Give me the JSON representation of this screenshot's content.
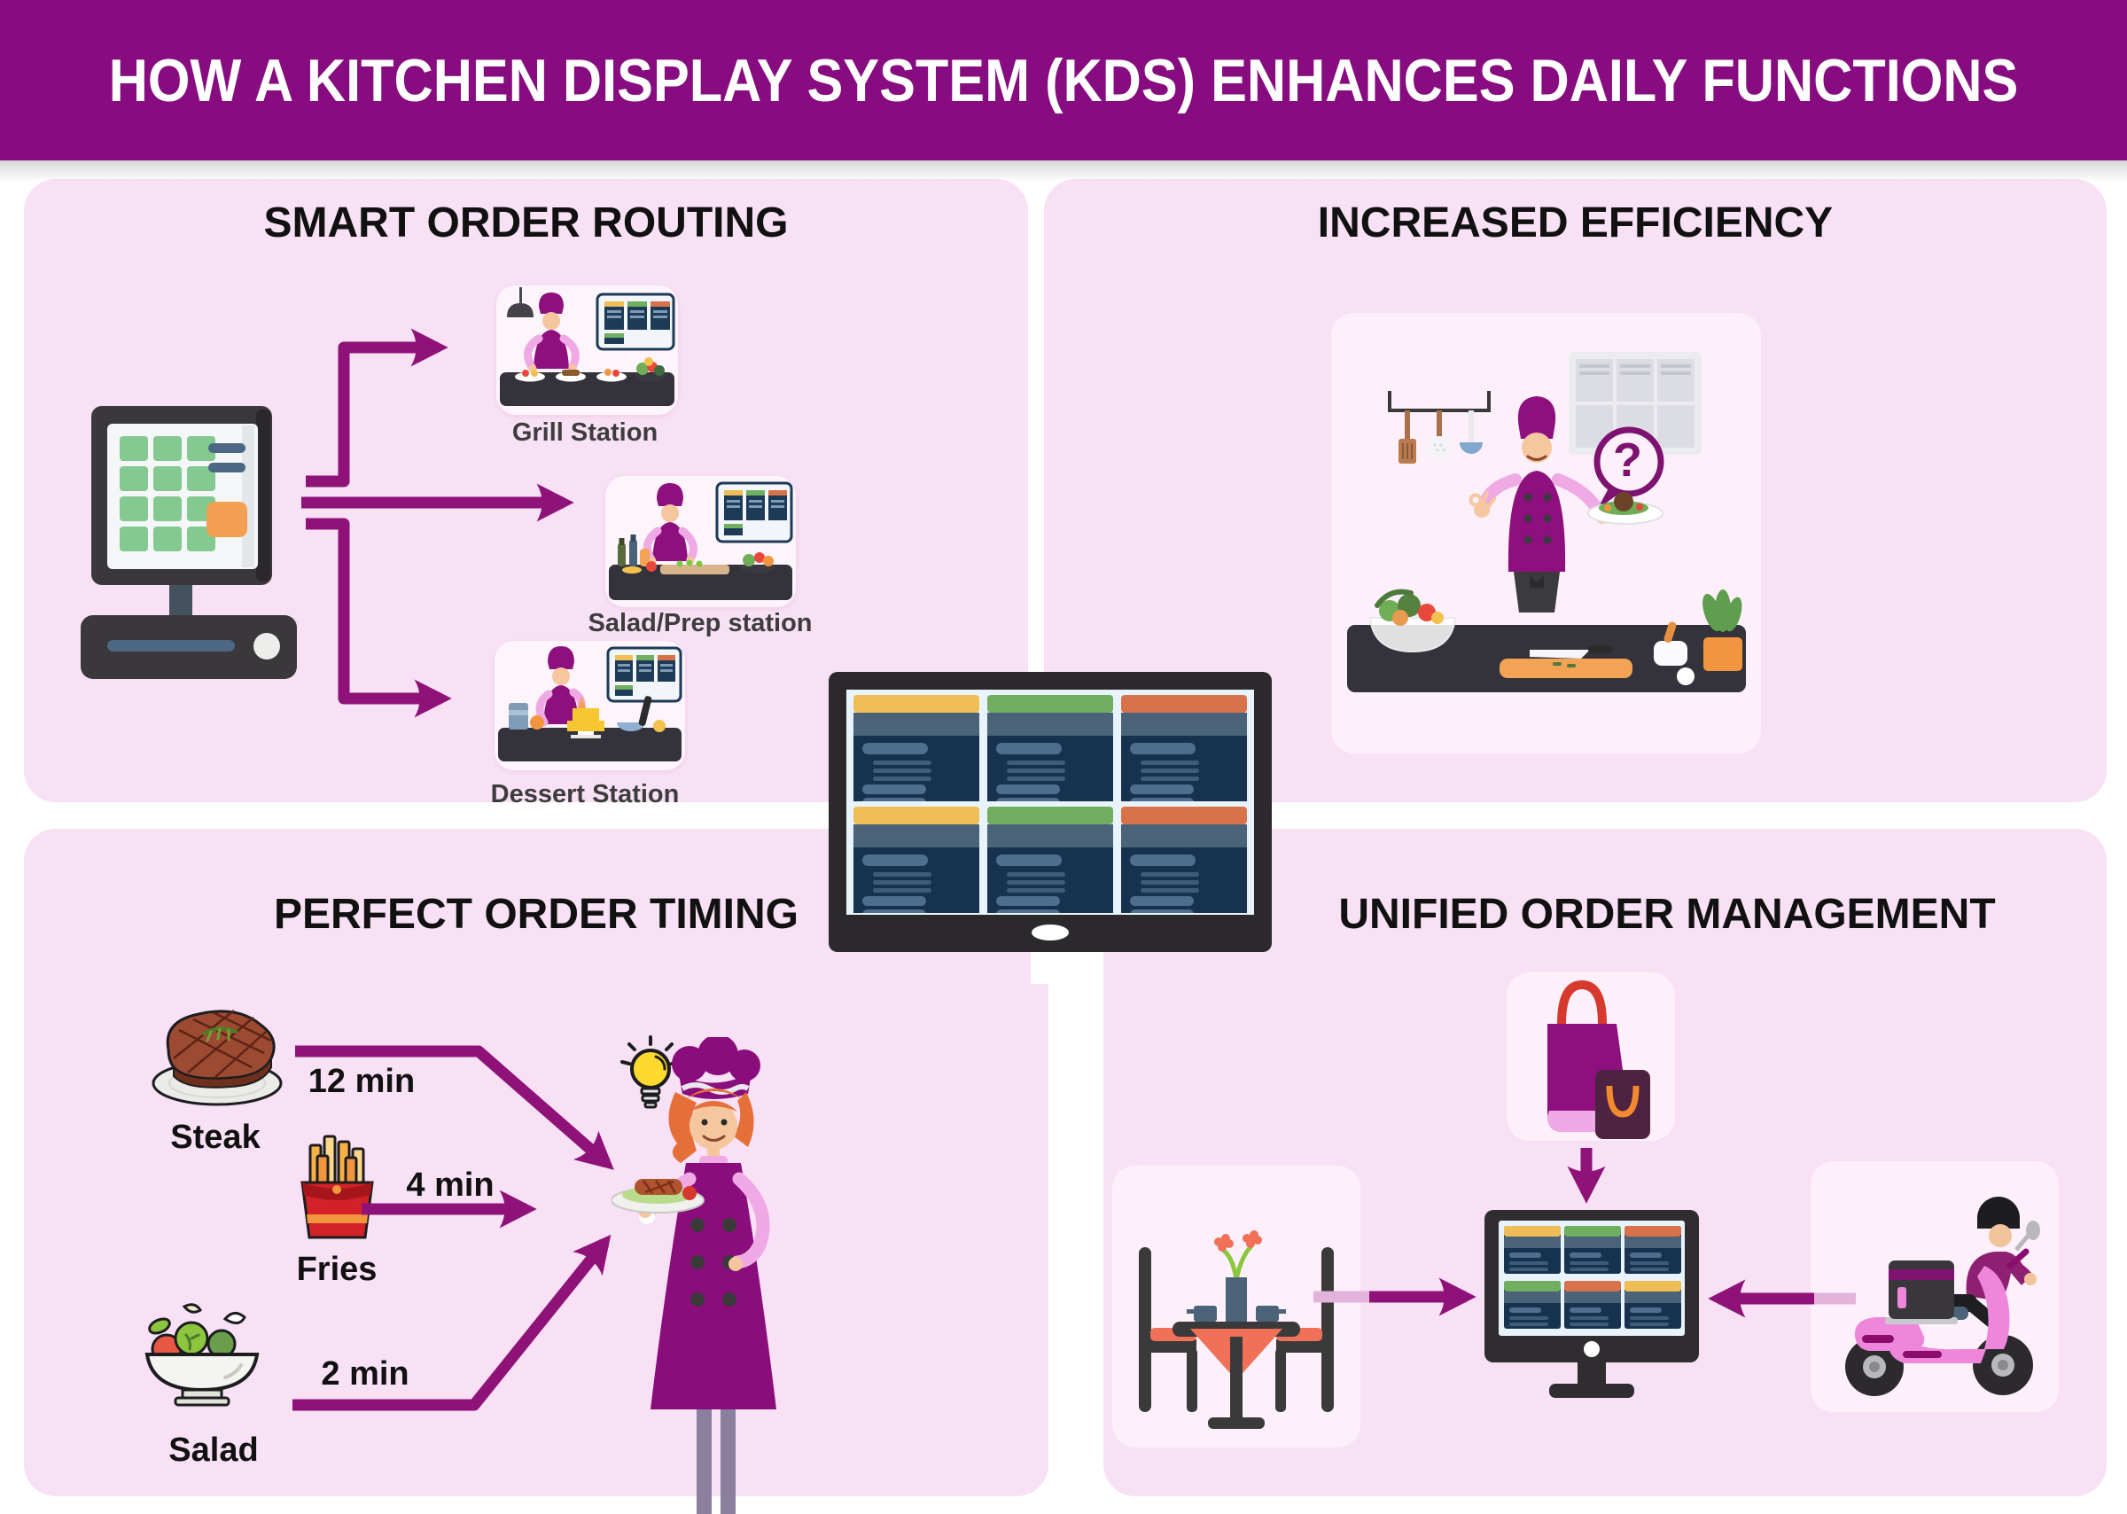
{
  "title": "HOW A KITCHEN DISPLAY SYSTEM (KDS) ENHANCES DAILY FUNCTIONS",
  "colors": {
    "banner_bg": "#870C7F",
    "panel_bg": "#F8E0F5",
    "inner_card_bg": "#FDF0FA",
    "station_card_bg": "#FDF4FC",
    "arrow": "#8E1277",
    "heading_text": "#111111",
    "station_label_text": "#3D3D3D",
    "ticket_yellow": "#EFBD55",
    "ticket_green": "#6FAF5F",
    "ticket_orange": "#D8724A",
    "ticket_slate": "#4A6378",
    "ticket_navy": "#16324E",
    "kds_screen_bg": "#E9F3FB",
    "monitor_frame": "#2B292C"
  },
  "sections": {
    "smart_order_routing": {
      "heading": "SMART ORDER ROUTING",
      "source_icon": "pos-terminal-icon",
      "stations": [
        {
          "label": "Grill Station",
          "icon": "grill-station-chef-icon"
        },
        {
          "label": "Salad/Prep station",
          "icon": "salad-prep-chef-icon"
        },
        {
          "label": "Dessert Station",
          "icon": "dessert-station-chef-icon"
        }
      ]
    },
    "increased_efficiency": {
      "heading": "INCREASED EFFICIENCY",
      "scene_icon": "chef-ok-gesture-icon",
      "speech_bubble_text": "?"
    },
    "perfect_order_timing": {
      "heading": "PERFECT ORDER TIMING",
      "result_icons": [
        "lightbulb-icon",
        "waitress-with-plate-icon"
      ],
      "items": [
        {
          "label": "Steak",
          "time": "12 min",
          "icon": "steak-plate-icon"
        },
        {
          "label": "Fries",
          "time": "4 min",
          "icon": "fries-icon"
        },
        {
          "label": "Salad",
          "time": "2 min",
          "icon": "salad-bowl-icon"
        }
      ]
    },
    "unified_order_management": {
      "heading": "UNIFIED ORDER MANAGEMENT",
      "channels": [
        "online-order-bags-icon",
        "dine-in-table-icon",
        "delivery-scooter-icon"
      ],
      "hub_icon": "kds-monitor-icon"
    }
  },
  "center_display": {
    "icon": "kds-monitor-icon",
    "ticket_header_colors_row1": [
      "#EFBD55",
      "#6FAF5F",
      "#D8724A"
    ],
    "ticket_header_colors_row2": [
      "#EFBD55",
      "#6FAF5F",
      "#D8724A"
    ]
  }
}
